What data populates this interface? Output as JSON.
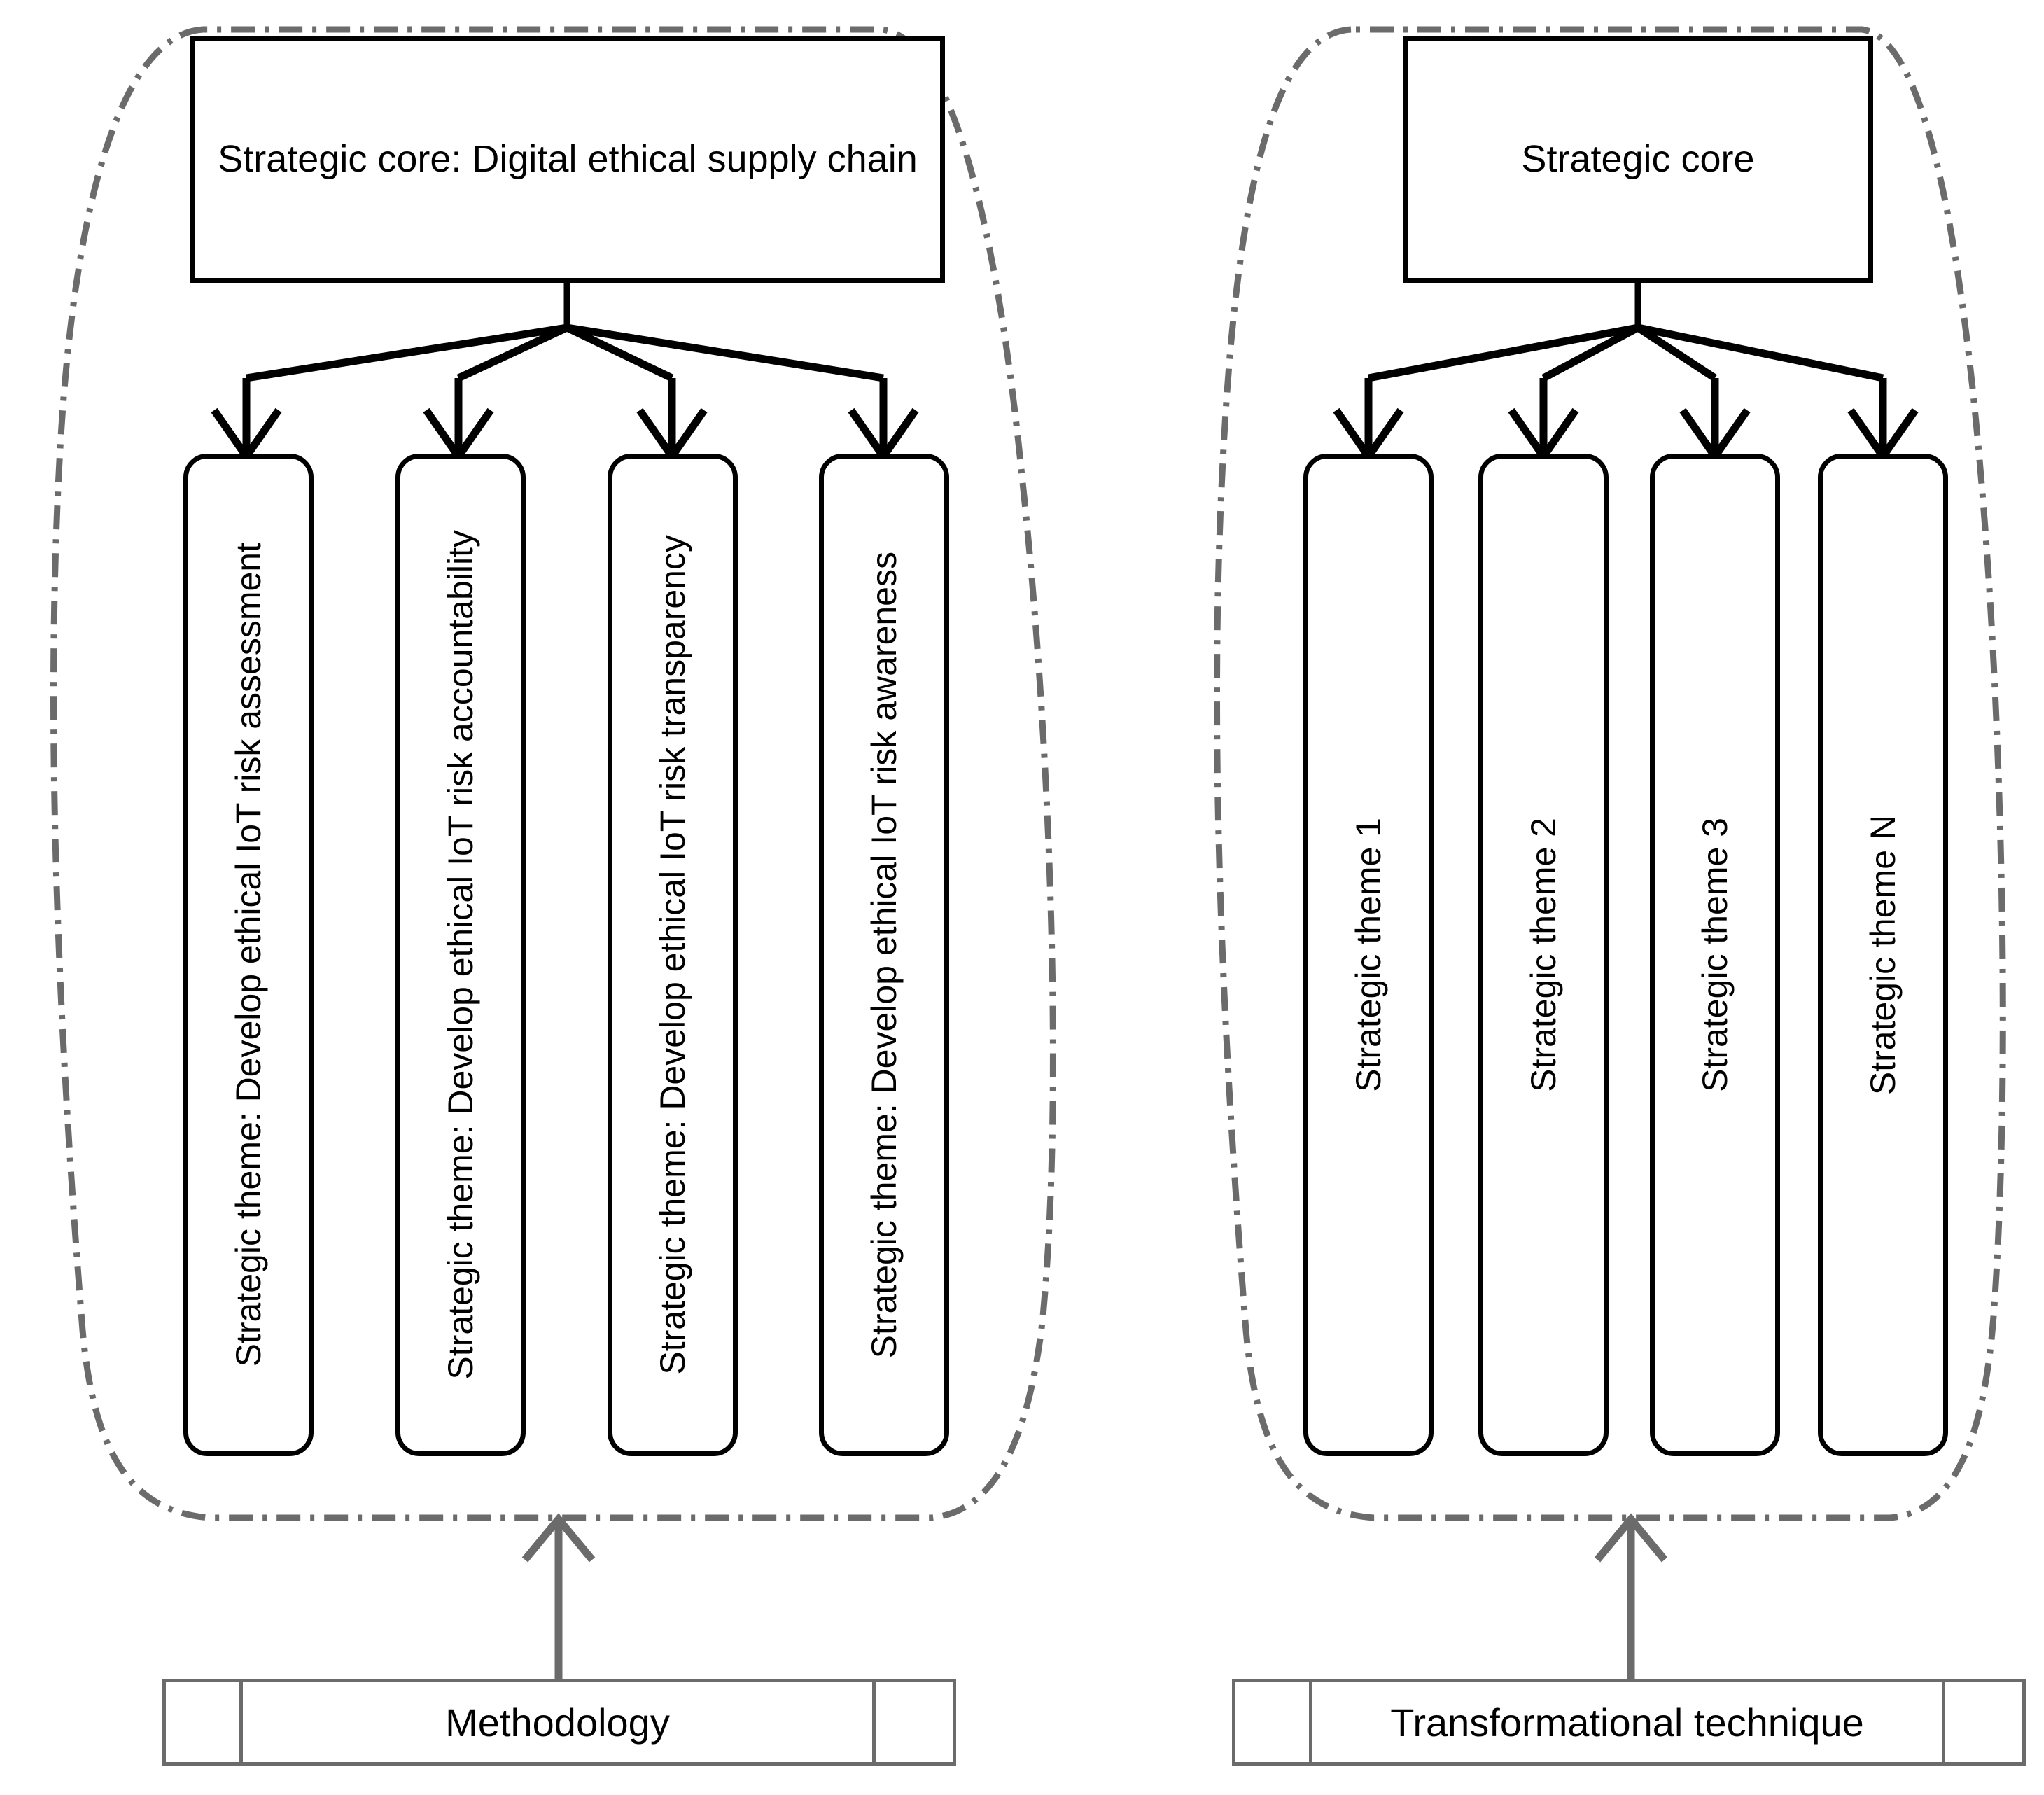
{
  "diagram": {
    "title": "Strategic architecture comparison: instantiated digital ethical supply chain vs generic strategic core template",
    "colors": {
      "box_stroke": "#000000",
      "boundary_stroke": "#6b6b6b",
      "arrow_black": "#000000",
      "arrow_gray": "#6b6b6b",
      "background": "#ffffff"
    },
    "panels": [
      {
        "id": "left",
        "boundary_name": "dash-dot-boundary-left",
        "core": {
          "label": "Strategic core: Digital ethical supply chain"
        },
        "themes": [
          {
            "label": "Strategic theme: Develop ethical IoT risk assessment"
          },
          {
            "label": "Strategic theme: Develop ethical IoT risk accountability"
          },
          {
            "label": "Strategic theme: Develop ethical IoT risk transparency"
          },
          {
            "label": "Strategic theme: Develop ethical IoT risk awareness"
          }
        ],
        "foundation": {
          "label": "Methodology",
          "segments": [
            "",
            "Methodology",
            ""
          ]
        }
      },
      {
        "id": "right",
        "boundary_name": "dash-dot-boundary-right",
        "core": {
          "label": "Strategic core"
        },
        "themes": [
          {
            "label": "Strategic theme 1"
          },
          {
            "label": "Strategic theme 2"
          },
          {
            "label": "Strategic theme 3"
          },
          {
            "label": "Strategic theme N"
          }
        ],
        "foundation": {
          "label": "Transformational technique",
          "segments": [
            "",
            "Transformational technique",
            ""
          ]
        }
      }
    ]
  }
}
